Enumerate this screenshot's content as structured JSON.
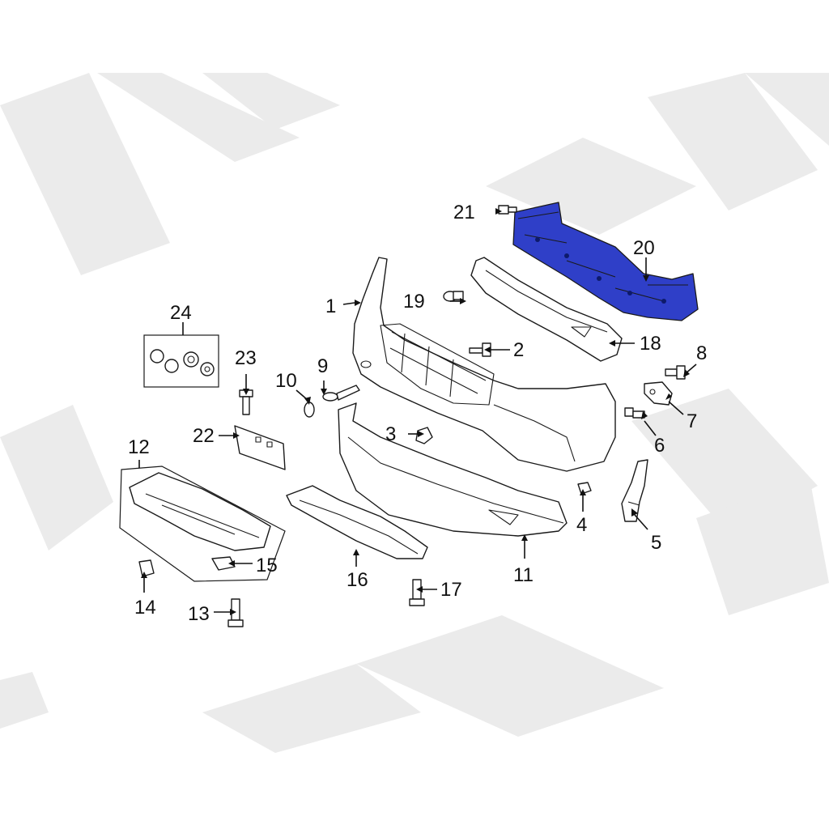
{
  "colors": {
    "background": "#ffffff",
    "line": "#1a1a1a",
    "highlight": "#2f3fc8",
    "watermark": "#e9e9e9"
  },
  "callouts": {
    "c1": "1",
    "c2": "2",
    "c3": "3",
    "c4": "4",
    "c5": "5",
    "c6": "6",
    "c7": "7",
    "c8": "8",
    "c9": "9",
    "c10": "10",
    "c11": "11",
    "c12": "12",
    "c13": "13",
    "c14": "14",
    "c15": "15",
    "c16": "16",
    "c17": "17",
    "c18": "18",
    "c19": "19",
    "c20": "20",
    "c21": "21",
    "c22": "22",
    "c23": "23",
    "c24": "24"
  },
  "highlighted_part": "20"
}
